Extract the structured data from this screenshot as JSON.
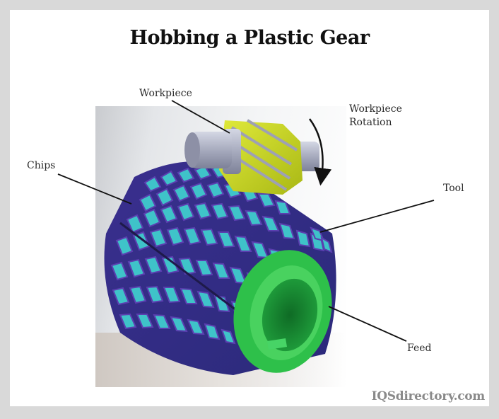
{
  "title": "Hobbing a Plastic Gear",
  "labels": {
    "workpiece": "Workpiece",
    "workpiece_rotation_line1": "Workpiece",
    "workpiece_rotation_line2": "Rotation",
    "chips": "Chips",
    "tool": "Tool",
    "feed": "Feed"
  },
  "brand": "IQSdirectory.com",
  "colors": {
    "frame": "#d9d9d9",
    "background": "#ffffff",
    "gear_yellow": "#c8d620",
    "shaft_gray": "#a9adbf",
    "hob_teal": "#3fc3c9",
    "hob_purple": "#5a3fa8",
    "hub_green": "#2ec04a",
    "leader_line": "#111111"
  }
}
